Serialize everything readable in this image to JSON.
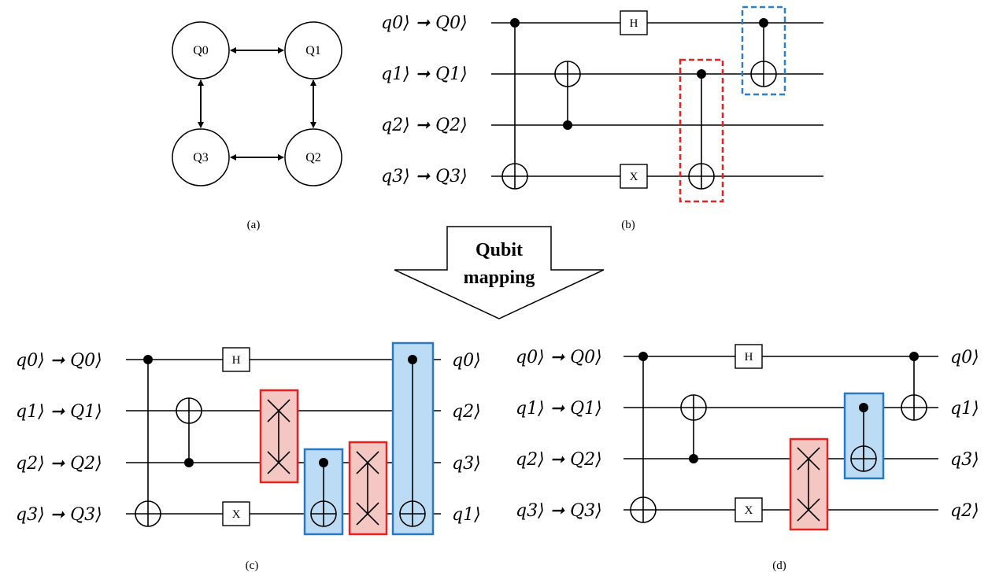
{
  "panel_a": {
    "nodes": [
      "Q0",
      "Q1",
      "Q2",
      "Q3"
    ],
    "caption": "(a)"
  },
  "panel_b": {
    "labels": [
      "q0⟩ ➞ Q0⟩",
      "q1⟩ ➞ Q1⟩",
      "q2⟩ ➞ Q2⟩",
      "q3⟩ ➞ Q3⟩"
    ],
    "gate_h": "H",
    "gate_x": "X",
    "caption": "(b)"
  },
  "mapping_arrow": {
    "line1": "Qubit",
    "line2": "mapping"
  },
  "panel_c": {
    "labels": [
      "q0⟩ ➞ Q0⟩",
      "q1⟩ ➞ Q1⟩",
      "q2⟩ ➞ Q2⟩",
      "q3⟩ ➞ Q3⟩"
    ],
    "outputs": [
      "q0⟩",
      "q2⟩",
      "q3⟩",
      "q1⟩"
    ],
    "gate_h": "H",
    "gate_x": "X",
    "caption": "(c)"
  },
  "panel_d": {
    "labels": [
      "q0⟩ ➞ Q0⟩",
      "q1⟩ ➞ Q1⟩",
      "q2⟩ ➞ Q2⟩",
      "q3⟩ ➞ Q3⟩"
    ],
    "outputs": [
      "q0⟩",
      "q1⟩",
      "q3⟩",
      "q2⟩"
    ],
    "gate_h": "H",
    "gate_x": "X",
    "caption": "(d)"
  },
  "colors": {
    "swap_fill": "#f4c7c3",
    "swap_border": "#e8211e",
    "cnot_fill": "#bcdcf5",
    "cnot_border": "#2a78c2",
    "dashed_red": "#e8211e",
    "dashed_blue": "#2a7fc6"
  }
}
